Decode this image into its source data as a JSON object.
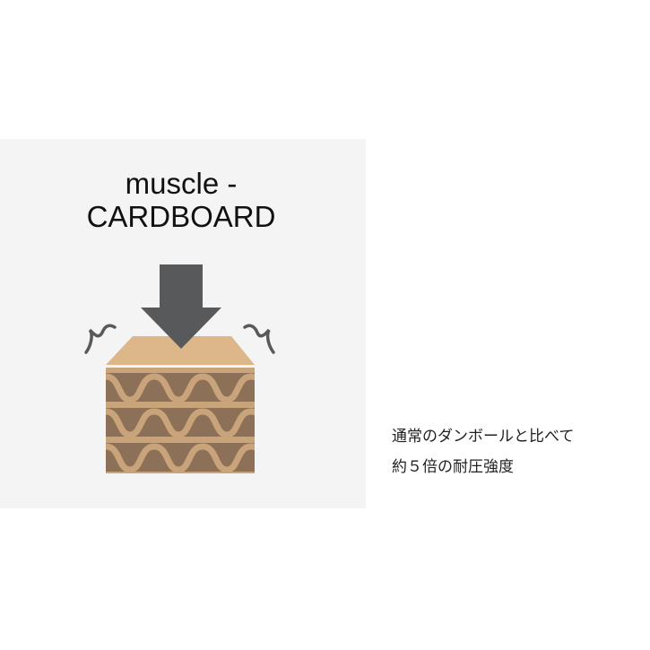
{
  "title": {
    "line1": "muscle -",
    "line2": "CARDBOARD"
  },
  "caption": {
    "line1": "通常のダンボールと比べて",
    "line2": "約５倍の耐圧強度"
  },
  "colors": {
    "panel": "#f4f4f4",
    "arrow": "#58595b",
    "box_top": "#ddb68a",
    "box_light": "#c9a47a",
    "box_dark": "#8c7058"
  }
}
